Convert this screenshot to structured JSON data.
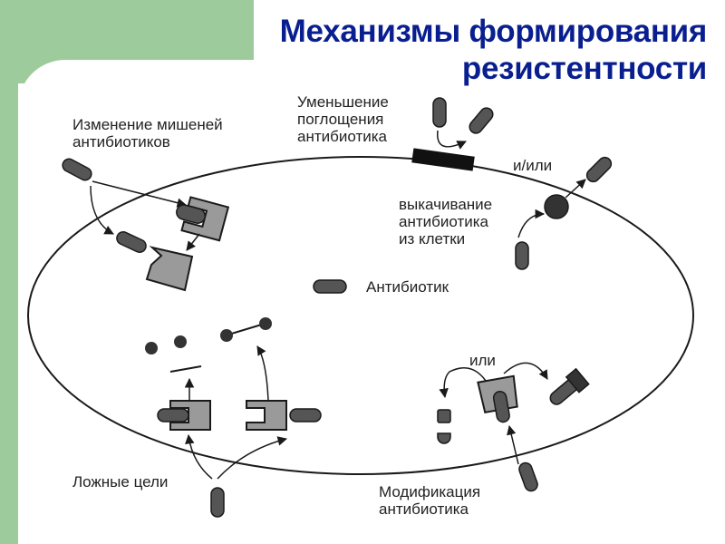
{
  "title": {
    "line1": "Механизмы формирования",
    "line2": "резистентности"
  },
  "labels": {
    "target_change": {
      "line1": "Изменение мишеней",
      "line2": "антибиотиков"
    },
    "uptake": {
      "line1": "Уменьшение",
      "line2": "поглощения",
      "line3": "антибиотика"
    },
    "and_or": "и/или",
    "efflux": {
      "line1": "выкачивание",
      "line2": "антибиотика",
      "line3": "из клетки"
    },
    "antibiotic": "Антибиотик",
    "or": "или",
    "decoys": "Ложные цели",
    "modification": {
      "line1": "Модификация",
      "line2": "антибиотика"
    }
  },
  "colors": {
    "title": "#0a1f8f",
    "frame": "#9ecb9b",
    "pill": "#555555",
    "target": "#9a9a9a",
    "line": "#1a1a1a"
  }
}
